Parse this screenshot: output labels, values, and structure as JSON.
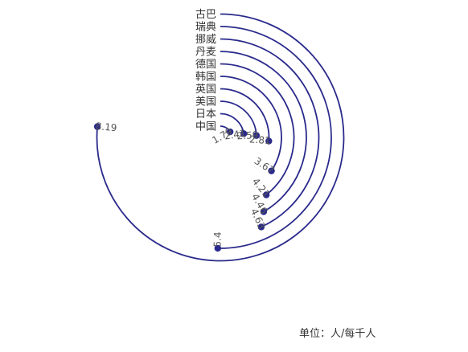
{
  "chart_data": {
    "type": "radial-bar",
    "unit": "单位：人/每千人",
    "max_value": 8.19,
    "colors": {
      "bar": "#2a2a8c"
    },
    "series": [
      {
        "category": "中国",
        "value": 1.79
      },
      {
        "category": "日本",
        "value": 2.41
      },
      {
        "category": "美国",
        "value": 2.59
      },
      {
        "category": "英国",
        "value": 2.81
      },
      {
        "category": "韩国",
        "value": 3.67
      },
      {
        "category": "德国",
        "value": 4.21
      },
      {
        "category": "丹麦",
        "value": 4.46
      },
      {
        "category": "挪威",
        "value": 4.63
      },
      {
        "category": "瑞典",
        "value": 5.4
      },
      {
        "category": "古巴",
        "value": 8.19
      }
    ]
  }
}
